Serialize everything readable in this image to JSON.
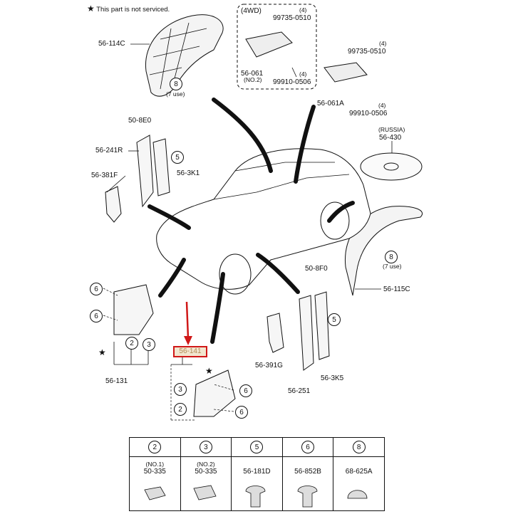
{
  "note": {
    "symbol": "★",
    "text": "This part is not serviced."
  },
  "labels": {
    "p_56_114C": "56-114C",
    "p_8_use_a": "(7 use)",
    "p_50_8E0": "50-8E0",
    "p_56_241R": "56-241R",
    "p_56_3K1": "56-3K1",
    "p_56_381F": "56-381F",
    "box_4wd": "(4WD)",
    "p_99735_0510_a": "99735-0510",
    "p_56_061": "56-061",
    "p_no2": "(NO.2)",
    "p_99910_0506_a": "99910-0506",
    "p_99735_0510_b": "99735-0510",
    "p_56_061A": "56-061A",
    "p_99910_0506_b": "99910-0506",
    "russia": "(RUSSIA)",
    "p_56_430": "56-430",
    "p_8_use_b": "(7 use)",
    "p_56_115C": "56-115C",
    "p_50_8F0": "50-8F0",
    "p_56_391G": "56-391G",
    "p_56_251": "56-251",
    "p_56_3K5": "56-3K5",
    "p_56_131": "56-131",
    "p_56_141": "56-141"
  },
  "qty": {
    "q4": "(4)"
  },
  "circles": {
    "c2": "2",
    "c3": "3",
    "c5": "5",
    "c6": "6",
    "c8": "8"
  },
  "clips": [
    {
      "num": "2",
      "line1": "(NO.1)",
      "line2": "50-335"
    },
    {
      "num": "3",
      "line1": "(NO.2)",
      "line2": "50-335"
    },
    {
      "num": "5",
      "line1": "",
      "line2": "56-181D"
    },
    {
      "num": "6",
      "line1": "",
      "line2": "56-852B"
    },
    {
      "num": "8",
      "line1": "",
      "line2": "68-625A"
    }
  ],
  "colors": {
    "highlight_box": "#d01818",
    "highlight_fill": "#f2e6cf",
    "highlight_text": "#b08a55"
  }
}
